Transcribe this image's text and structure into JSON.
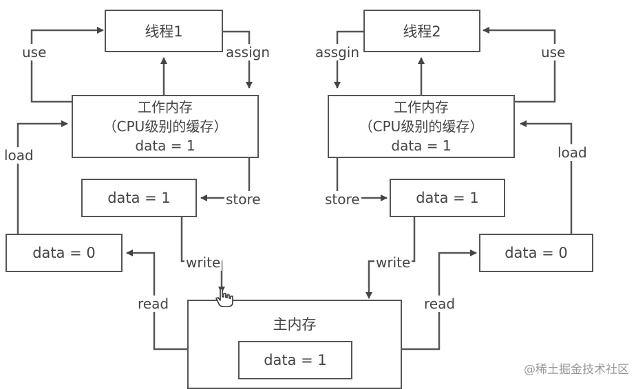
{
  "thread1": {
    "title": "线程1"
  },
  "thread2": {
    "title": "线程2"
  },
  "work_memory": {
    "line1": "工作内存",
    "line2": "（CPU级别的缓存）",
    "data": "data = 1"
  },
  "left_store_box": "data = 1",
  "right_store_box": "data = 1",
  "left_load_box": "data = 0",
  "right_load_box": "data = 0",
  "main_memory": {
    "title": "主内存",
    "data": "data = 1"
  },
  "labels": {
    "use_left": "use",
    "assign_left": "assign",
    "assgin_right": "assgin",
    "use_right": "use",
    "load_left": "load",
    "load_right": "load",
    "store_left": "store",
    "store_right": "store",
    "write_left": "write",
    "write_right": "write",
    "read_left": "read",
    "read_right": "read"
  },
  "watermark": "@稀土掘金技术社区",
  "colors": {
    "stroke": "#555555",
    "text": "#444444"
  }
}
